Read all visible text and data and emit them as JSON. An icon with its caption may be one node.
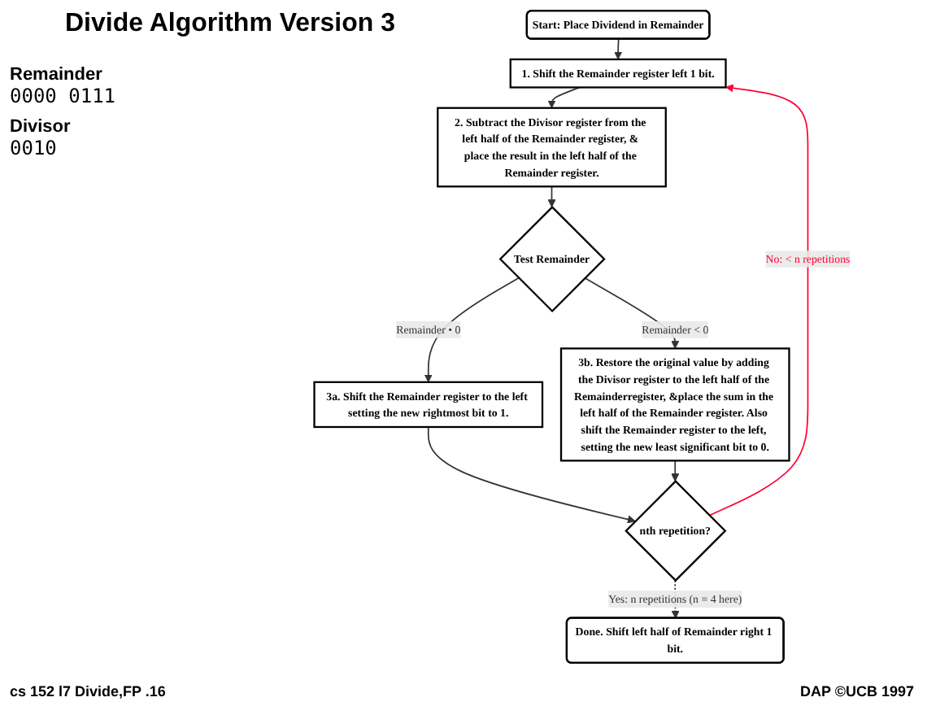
{
  "diagram": {
    "title": "Divide Algorithm Version 3",
    "nodes": [
      {
        "text": [
          "Start: Place Dividend in Remainder"
        ]
      },
      {
        "text": [
          "1. Shift the Remainder register left 1 bit."
        ]
      },
      {
        "text": [
          "2. Subtract the Divisor register from the left half of the Remainder register, & place the result in the left half of the Remainder register."
        ]
      },
      {
        "text": [
          "Test Remainder"
        ]
      },
      {
        "text": [
          "3a. Shift the Remainder register to the left setting the new rightmost bit to 1."
        ]
      },
      {
        "text": [
          "3b. Restore the original value by adding the Divisor register to the left half of the Remainderregister, &place the sum in the left half of the Remainder register. Also shift the Remainder register to the left, setting the new least significant bit to 0."
        ]
      },
      {
        "text": [
          "nth repetition?"
        ]
      },
      {
        "text": [
          "Done. Shift left half of Remainder right 1 bit."
        ]
      }
    ],
    "edges": [
      {
        "from": 0,
        "to": 1,
        "arrow": "to"
      },
      {
        "from": 1,
        "to": 2,
        "arrow": "to"
      },
      {
        "from": 2,
        "to": 3,
        "arrow": "to"
      },
      {
        "from": 3,
        "to": 4,
        "arrow": "to",
        "label": "Remainder • 0"
      },
      {
        "from": 3,
        "to": 5,
        "arrow": "to",
        "label": "Remainder < 0"
      },
      {
        "from": 4,
        "to": 6,
        "arrow": "to"
      },
      {
        "from": 5,
        "to": 6,
        "arrow": "to"
      },
      {
        "from": 6,
        "to": 1,
        "arrow": "to",
        "label": "No: < n repetitions",
        "color": "#ff0033"
      },
      {
        "from": 6,
        "to": 7,
        "arrow": "to",
        "label": "Yes: n repetitions (n = 4 here)",
        "style": "dashed"
      }
    ],
    "labels": [
      "Remainder",
      "0000 0111",
      "Divisor",
      "0010",
      "cs 152 l7 Divide,FP .16",
      "DAP ©UCB 1997"
    ]
  }
}
